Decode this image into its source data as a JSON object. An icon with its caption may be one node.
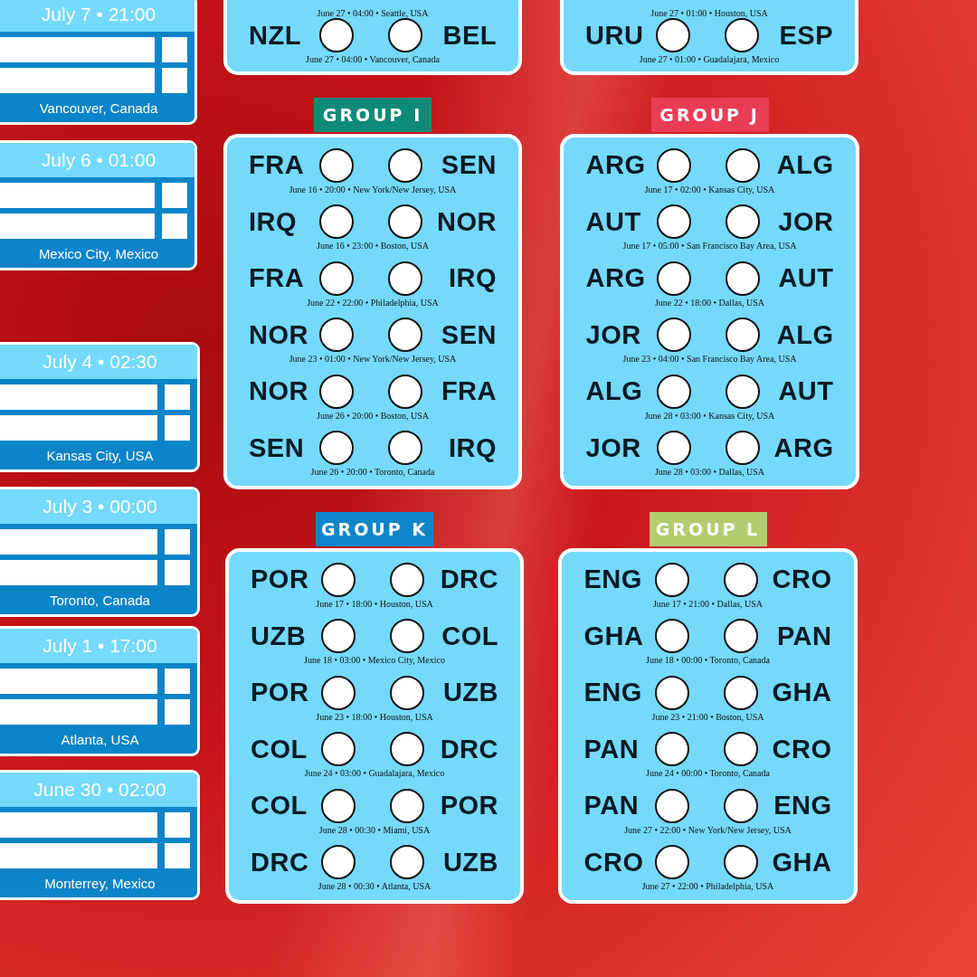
{
  "diagram": {
    "nodes": [
      {
        "text": [
          "July 7 • 21:00",
          "Vancouver, Canada"
        ]
      },
      {
        "text": [
          "July 6 • 01:00",
          "Mexico City, Mexico"
        ]
      },
      {
        "text": [
          "July 4 • 02:30",
          "Kansas City, USA"
        ]
      },
      {
        "text": [
          "July 3 • 00:00",
          "Toronto, Canada"
        ]
      },
      {
        "text": [
          "July 1 • 17:00",
          "Atlanta, USA"
        ]
      },
      {
        "text": [
          "June 30 • 02:00",
          "Monterrey, Mexico"
        ]
      },
      {
        "text": [],
        "shape": "box"
      },
      {
        "text": [
          "June 27 • 04:00 • Seattle, USA"
        ],
        "in": 6
      },
      {
        "text": [
          "NZL",
          "BEL",
          "June 27 • 04:00 • Vancouver, Canada"
        ],
        "in": 6
      },
      {
        "text": [],
        "shape": "box"
      },
      {
        "text": [
          "June 27 • 01:00 • Houston, USA"
        ],
        "in": 9
      },
      {
        "text": [
          "URU",
          "ESP",
          "June 27 • 01:00 • Guadalajara, Mexico"
        ],
        "in": 9
      },
      {
        "text": [
          "GROUP I"
        ]
      },
      {
        "text": [
          "FRA",
          "SEN",
          "June 16 • 20:00 • New York/New Jersey, USA"
        ],
        "in": 12
      },
      {
        "text": [
          "IRQ",
          "NOR",
          "June 16 • 23:00 • Boston, USA"
        ],
        "in": 12
      },
      {
        "text": [
          "FRA",
          "IRQ",
          "June 22 • 22:00 • Philadelphia, USA"
        ],
        "in": 12
      },
      {
        "text": [
          "NOR",
          "SEN",
          "June 23 • 01:00 • New York/New Jersey, USA"
        ],
        "in": 12
      },
      {
        "text": [
          "NOR",
          "FRA",
          "June 26 • 20:00 • Boston, USA"
        ],
        "in": 12
      },
      {
        "text": [
          "SEN",
          "IRQ",
          "June 26 • 20:00 • Toronto, Canada"
        ],
        "in": 12
      },
      {
        "text": [
          "GROUP J"
        ]
      },
      {
        "text": [
          "ARG",
          "ALG",
          "June 17 • 02:00 • Kansas City, USA"
        ],
        "in": 19
      },
      {
        "text": [
          "AUT",
          "JOR",
          "June 17 • 05:00 • San Francisco Bay Area, USA"
        ],
        "in": 19
      },
      {
        "text": [
          "ARG",
          "AUT",
          "June 22 • 18:00 • Dallas, USA"
        ],
        "in": 19
      },
      {
        "text": [
          "JOR",
          "ALG",
          "June 23 • 04:00 • San Francisco Bay Area, USA"
        ],
        "in": 19
      },
      {
        "text": [
          "ALG",
          "AUT",
          "June 28 • 03:00 • Kansas City, USA"
        ],
        "in": 19
      },
      {
        "text": [
          "JOR",
          "ARG",
          "June 28 • 03:00 • Dallas, USA"
        ],
        "in": 19
      },
      {
        "text": [
          "GROUP K"
        ]
      },
      {
        "text": [
          "POR",
          "DRC",
          "June 17 • 18:00 • Houston, USA"
        ],
        "in": 26
      },
      {
        "text": [
          "UZB",
          "COL",
          "June 18 • 03:00 • Mexico City, Mexico"
        ],
        "in": 26
      },
      {
        "text": [
          "POR",
          "UZB",
          "June 23 • 18:00 • Houston, USA"
        ],
        "in": 26
      },
      {
        "text": [
          "COL",
          "DRC",
          "June 24 • 03:00 • Guadalajara, Mexico"
        ],
        "in": 26
      },
      {
        "text": [
          "COL",
          "POR",
          "June 28 • 00:30 • Miami, USA"
        ],
        "in": 26
      },
      {
        "text": [
          "DRC",
          "UZB",
          "June 28 • 00:30 • Atlanta, USA"
        ],
        "in": 26
      },
      {
        "text": [
          "GROUP L"
        ]
      },
      {
        "text": [
          "ENG",
          "CRO",
          "June 17 • 21:00 • Dallas, USA"
        ],
        "in": 33
      },
      {
        "text": [
          "GHA",
          "PAN",
          "June 18 • 00:00 • Toronto, Canada"
        ],
        "in": 33
      },
      {
        "text": [
          "ENG",
          "GHA",
          "June 23 • 21:00 • Boston, USA"
        ],
        "in": 33
      },
      {
        "text": [
          "PAN",
          "CRO",
          "June 24 • 00:00 • Toronto, Canada"
        ],
        "in": 33
      },
      {
        "text": [
          "PAN",
          "ENG",
          "June 27 • 22:00 • New York/New Jersey, USA"
        ],
        "in": 33
      },
      {
        "text": [
          "CRO",
          "GHA",
          "June 27 • 22:00 • Philadelphia, USA"
        ],
        "in": 33
      }
    ]
  }
}
